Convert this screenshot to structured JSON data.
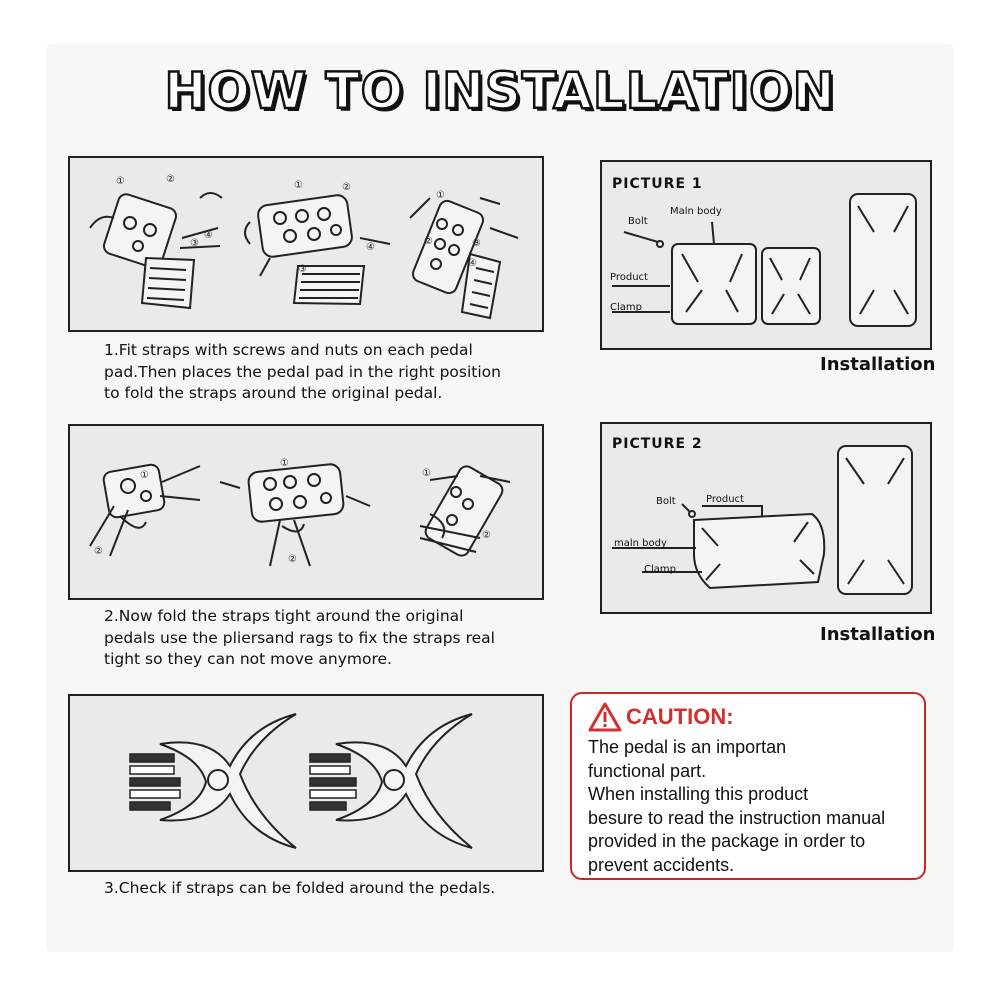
{
  "title": "HOW TO INSTALLATION",
  "steps": [
    {
      "lines": [
        "1.Fit straps with screws and nuts on each pedal",
        "pad.Then places the pedal pad in the right position",
        "to fold the straps around the original pedal."
      ]
    },
    {
      "lines": [
        "2.Now fold the straps tight around the original",
        "pedals use the pliersand rags to fix the straps real",
        "tight so they can not move anymore."
      ]
    },
    {
      "lines": [
        "3.Check if straps can be folded around the pedals."
      ]
    }
  ],
  "picture1": {
    "title": "PICTURE 1",
    "labels": {
      "bolt": "Bolt",
      "main_body": "Maln body",
      "product": "Product",
      "clamp": "Clamp"
    },
    "caption": "Installation"
  },
  "picture2": {
    "title": "PICTURE 2",
    "labels": {
      "bolt": "Bolt",
      "product": "Product",
      "main_body": "maln body",
      "clamp": "Clamp"
    },
    "caption": "Installation"
  },
  "caution": {
    "title": "CAUTION:",
    "lines": [
      "The pedal is an importan",
      "functional part.",
      "When installing this product",
      "besure to read the instruction manual",
      "provided in the package in order to",
      "prevent accidents."
    ],
    "color": "#d32f2f"
  }
}
